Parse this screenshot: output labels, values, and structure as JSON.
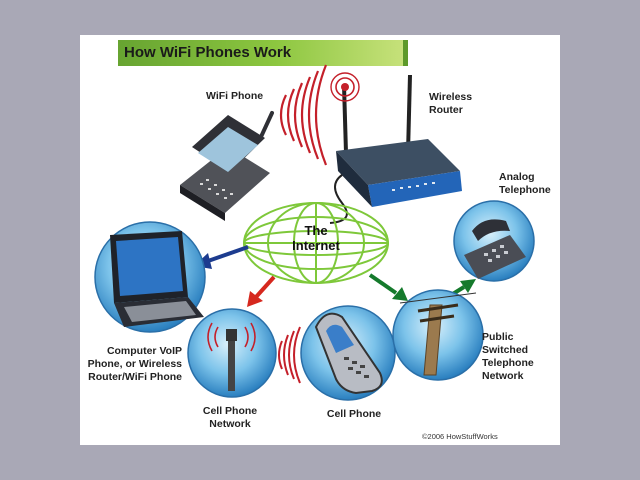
{
  "title": "How WiFi Phones Work",
  "center_label": "The\nInternet",
  "nodes": {
    "wifi_phone": "WiFi Phone",
    "wireless_router": "Wireless\nRouter",
    "analog_telephone": "Analog\nTelephone",
    "computer": "Computer VoIP\nPhone, or Wireless\nRouter/WiFi Phone",
    "cell_network": "Cell Phone\nNetwork",
    "cell_phone": "Cell Phone",
    "pstn": "Public\nSwitched\nTelephone\nNetwork"
  },
  "credit": "©2006 HowStuffWorks",
  "colors": {
    "background": "#a9a8b6",
    "title_green": "#8cc63f",
    "internet_globe": "#7ec83a",
    "arrow_blue": "#1d3c8f",
    "arrow_red": "#d6281e",
    "arrow_green": "#157a2c",
    "signal_red": "#c4202a",
    "bubble_blue": "#4aa3d8"
  }
}
